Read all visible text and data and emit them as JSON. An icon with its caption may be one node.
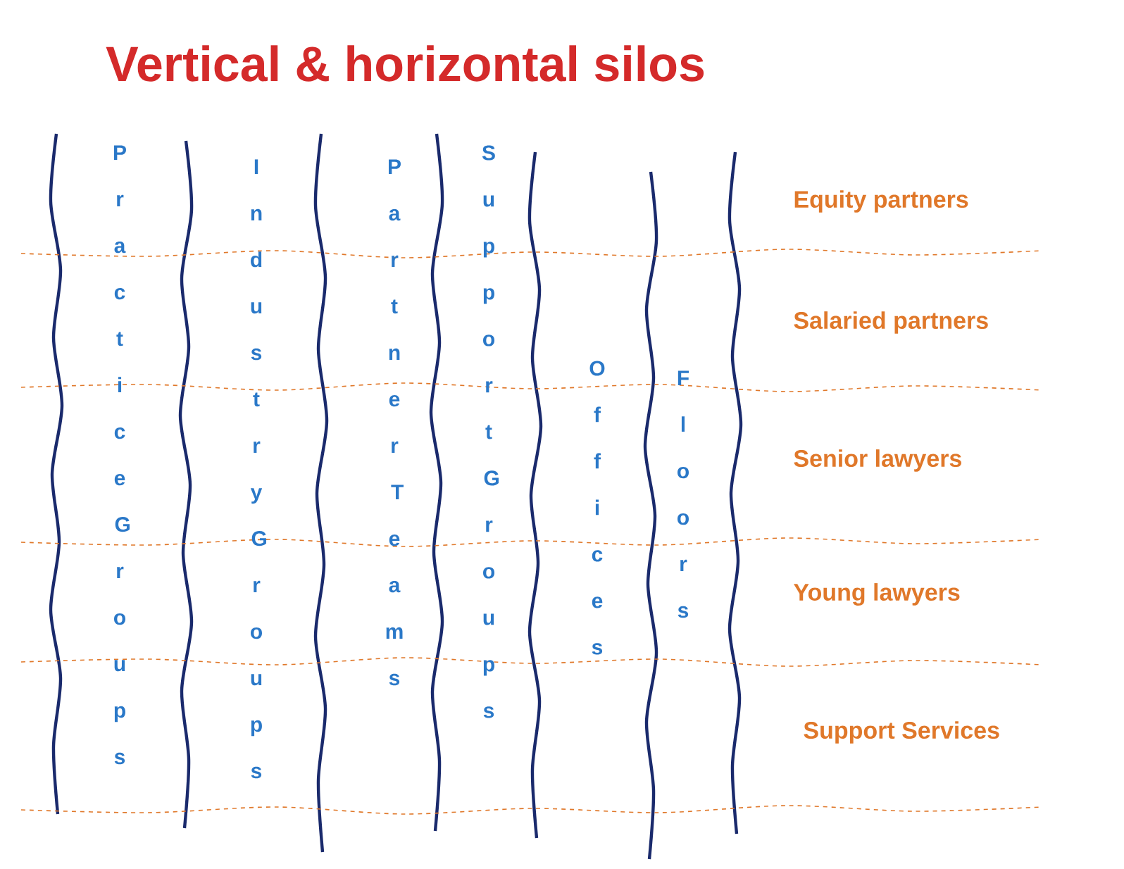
{
  "diagram": {
    "title": "Vertical & horizontal silos",
    "labels": [
      "Practice Groups",
      "Industry Groups",
      "Partner Teams",
      "Support Groups",
      "Offices",
      "Floors",
      "Equity partners",
      "Salaried partners",
      "Senior lawyers",
      "Young lawyers",
      "Support Services"
    ]
  }
}
